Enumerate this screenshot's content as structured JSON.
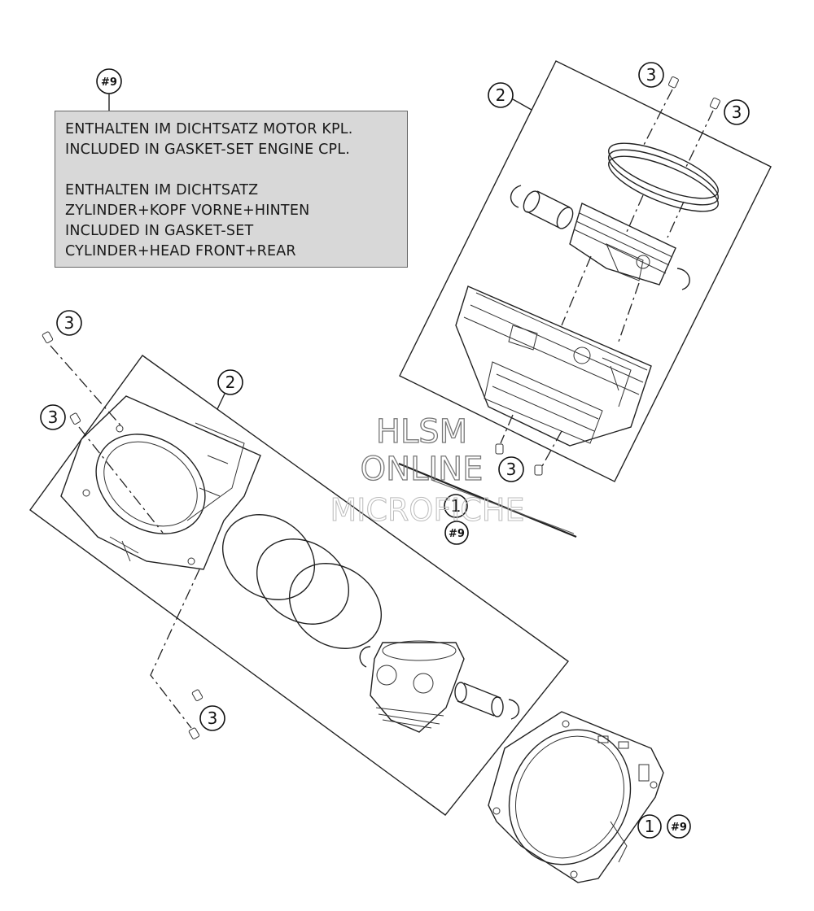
{
  "note": {
    "tag": "#9",
    "lines": [
      "ENTHALTEN IM DICHTSATZ MOTOR KPL.",
      "INCLUDED IN GASKET-SET ENGINE CPL.",
      "ENTHALTEN IM DICHTSATZ",
      "ZYLINDER+KOPF VORNE+HINTEN",
      "INCLUDED IN GASKET-SET",
      "CYLINDER+HEAD FRONT+REAR"
    ]
  },
  "callouts": {
    "one": "1",
    "two": "2",
    "three": "3",
    "nine": "#9"
  },
  "watermark": {
    "line1": "HLSM",
    "line2": "ONLINE",
    "line3": "MICROFICHE"
  }
}
